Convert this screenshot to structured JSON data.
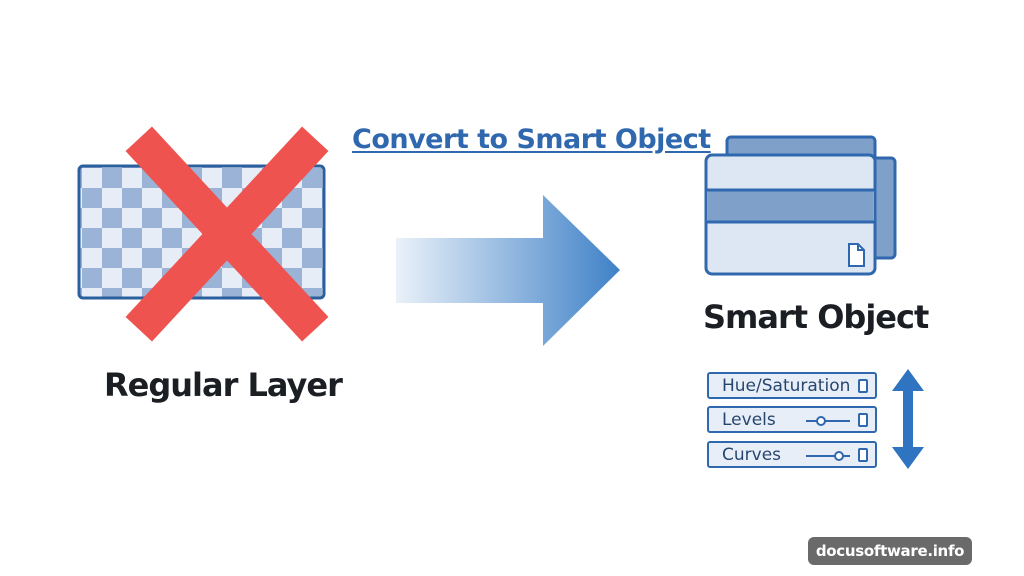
{
  "conversion_label": "Convert to Smart Object",
  "regular_layer": {
    "caption": "Regular Layer"
  },
  "smart_object": {
    "caption": "Smart Object",
    "adjustments": [
      {
        "label": "Hue/Saturation",
        "control": "none"
      },
      {
        "label": "Levels",
        "control": "slider"
      },
      {
        "label": "Curves",
        "control": "slider"
      }
    ]
  },
  "watermark": "docusoftware.info",
  "colors": {
    "accent_blue": "#2f68ae",
    "light_blue": "#dde7f4",
    "mid_blue": "#7fa0c9",
    "cross_red": "#ef5350",
    "arrow_start": "#e6eef8",
    "arrow_end": "#3f81c7"
  },
  "icons": [
    "red-x-icon",
    "checkerboard-layer-icon",
    "stacked-layers-icon",
    "document-icon",
    "slider-icon",
    "double-arrow-icon"
  ]
}
